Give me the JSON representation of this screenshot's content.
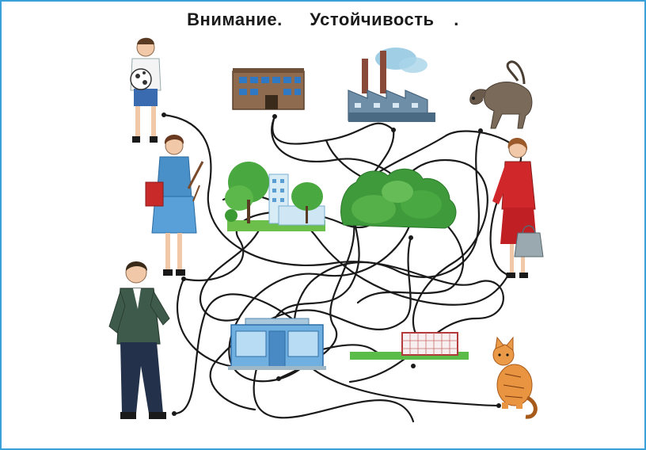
{
  "title": {
    "word1": "Внимание.",
    "word2": "Устойчивость",
    "word3": "."
  },
  "figures": {
    "people": [
      "boy-with-ball",
      "teacher-with-book",
      "man-in-jacket",
      "woman-with-bag"
    ],
    "animals": [
      "dog",
      "cat"
    ],
    "places": [
      "school",
      "factory",
      "park-with-houses",
      "forest",
      "shop",
      "football-goal"
    ]
  },
  "colors": {
    "frame": "#3b9fd8",
    "line": "#1a1a1a"
  }
}
